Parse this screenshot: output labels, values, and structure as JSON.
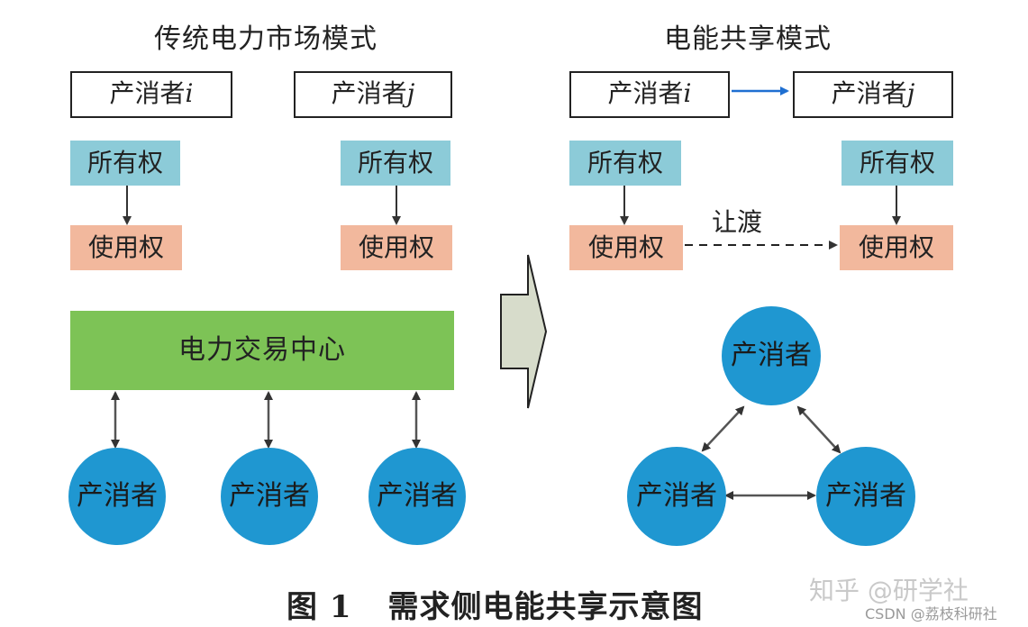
{
  "left_panel": {
    "title": "传统电力市场模式",
    "prosumer_i": {
      "prefix": "产消者",
      "index": "i"
    },
    "prosumer_j": {
      "prefix": "产消者",
      "index": "j"
    },
    "ownership_label": "所有权",
    "usage_label": "使用权",
    "trading_center": "电力交易中心",
    "node_label": "产消者"
  },
  "right_panel": {
    "title": "电能共享模式",
    "prosumer_i": {
      "prefix": "产消者",
      "index": "i"
    },
    "prosumer_j": {
      "prefix": "产消者",
      "index": "j"
    },
    "ownership_label": "所有权",
    "usage_label": "使用权",
    "transfer_label": "让渡",
    "node_label": "产消者"
  },
  "caption": {
    "figure_number": "图 1",
    "text": "需求侧电能共享示意图"
  },
  "watermark": {
    "line1": "知乎 @研学社",
    "line2": "CSDN @荔枝科研社"
  },
  "colors": {
    "ownership": "#8ccbd8",
    "usage": "#f2b89d",
    "trading_center": "#7dc356",
    "prosumer_node": "#1f97d1",
    "p2p_arrow": "#1f6fd1",
    "big_arrow_fill": "#d7dccb"
  }
}
